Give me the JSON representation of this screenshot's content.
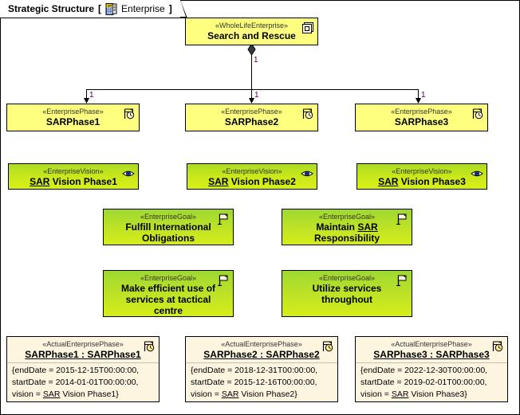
{
  "diagram": {
    "title": "Strategic Structure",
    "bracket_open": "[",
    "bracket_close": "]",
    "context_name": "Enterprise",
    "context_icon": "stereotype-document-icon"
  },
  "colors": {
    "enterprise_fill": "#ffff7f",
    "phase_fill": "#ffff7f",
    "vision_fill": "#cce81a",
    "goal_fill": "#c3e424",
    "instance_fill": "#fdf5e0",
    "border": "#000000",
    "multiplicity_text": "#55004b",
    "stereotype_text": "#333333"
  },
  "nodes": {
    "enterprise": {
      "stereotype": "«WholeLifeEnterprise»",
      "name": "Search and Rescue",
      "icon": "composite-structure-icon"
    },
    "phases": [
      {
        "stereotype": "«EnterprisePhase»",
        "name": "SARPhase1",
        "icon": "phase-flag-clock-icon"
      },
      {
        "stereotype": "«EnterprisePhase»",
        "name": "SARPhase2",
        "icon": "phase-flag-clock-icon"
      },
      {
        "stereotype": "«EnterprisePhase»",
        "name": "SARPhase3",
        "icon": "phase-flag-clock-icon"
      }
    ],
    "visions": [
      {
        "stereotype": "«EnterpriseVision»",
        "name_underlined": "SAR",
        "name_rest": " Vision Phase1",
        "icon": "eye-icon"
      },
      {
        "stereotype": "«EnterpriseVision»",
        "name_underlined": "SAR",
        "name_rest": " Vision Phase2",
        "icon": "eye-icon"
      },
      {
        "stereotype": "«EnterpriseVision»",
        "name_underlined": "SAR",
        "name_rest": " Vision Phase3",
        "icon": "eye-icon"
      }
    ],
    "goals": [
      {
        "stereotype": "«EnterpriseGoal»",
        "line1": "Fulfill International",
        "line2": "Obligations",
        "line3": "",
        "icon": "goal-flag-icon"
      },
      {
        "stereotype": "«EnterpriseGoal»",
        "line1_pre": "Maintain ",
        "line1_underlined": "SAR",
        "line2": "Responsibility",
        "line3": "",
        "icon": "goal-flag-icon"
      },
      {
        "stereotype": "«EnterpriseGoal»",
        "line1": "Make efficient use of",
        "line2": "services at tactical",
        "line3": "centre",
        "icon": "goal-flag-icon"
      },
      {
        "stereotype": "«EnterpriseGoal»",
        "line1": "Utilize services",
        "line2": "throughout",
        "line3": "",
        "icon": "goal-flag-icon"
      }
    ],
    "instances": [
      {
        "stereotype": "«ActualEnterprisePhase»",
        "name": "SARPhase1 : SARPhase1",
        "icon": "instance-flag-clock-icon",
        "attr1": "{endDate = 2015-12-15T00:00:00,",
        "attr2": "startDate = 2014-01-01T00:00:00,",
        "attr3_pre": "vision = ",
        "attr3_underlined": "SAR",
        "attr3_rest": " Vision Phase1}"
      },
      {
        "stereotype": "«ActualEnterprisePhase»",
        "name": "SARPhase2 : SARPhase2",
        "icon": "instance-flag-clock-icon",
        "attr1": "{endDate = 2018-12-31T00:00:00,",
        "attr2": "startDate = 2015-12-16T00:00:00,",
        "attr3_pre": "vision = ",
        "attr3_underlined": "SAR",
        "attr3_rest": " Vision Phase2}"
      },
      {
        "stereotype": "«ActualEnterprisePhase»",
        "name": "SARPhase3 : SARPhase3",
        "icon": "instance-flag-clock-icon",
        "attr1": "{endDate = 2022-12-30T00:00:00,",
        "attr2": "startDate = 2019-02-01T00:00:00,",
        "attr3_pre": "vision = ",
        "attr3_underlined": "SAR",
        "attr3_rest": " Vision Phase3}"
      }
    ]
  },
  "connectors": {
    "type": "composition",
    "source": "Search and Rescue",
    "source_multiplicity": "1",
    "targets": [
      {
        "target": "SARPhase1",
        "multiplicity": "1"
      },
      {
        "target": "SARPhase2",
        "multiplicity": "1"
      },
      {
        "target": "SARPhase3",
        "multiplicity": "1"
      }
    ]
  }
}
